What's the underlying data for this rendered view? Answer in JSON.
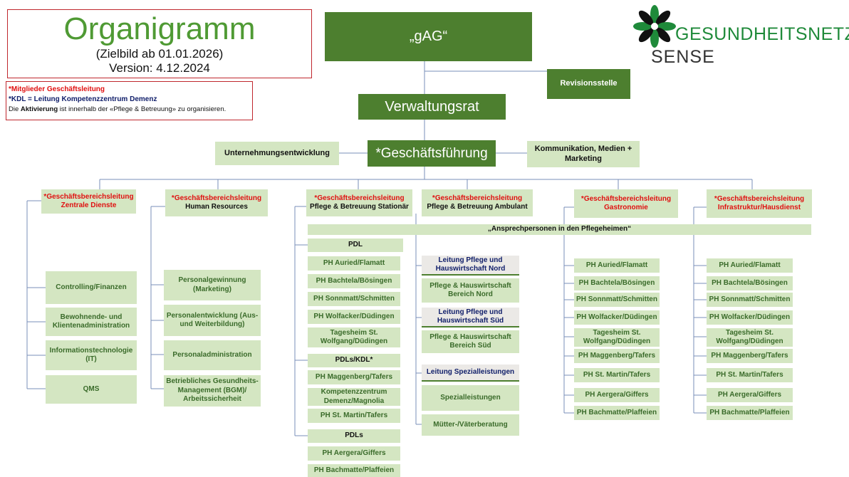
{
  "title_box": {
    "title": "Organigramm",
    "subtitle": "(Zielbild ab 01.01.2026)",
    "version": "Version: 4.12.2024"
  },
  "legend": {
    "line1": "*Mitglieder Geschäftsleitung",
    "line2": "*KDL = Leitung Kompetenzzentrum Demenz",
    "line3_pre": "Die ",
    "line3_bold": "Aktivierung",
    "line3_post": " ist innerhalb der «Pflege & Betreuung» zu organisieren."
  },
  "logo": {
    "line1": "GESUNDHEITSNETZ",
    "line2": "SENSE"
  },
  "top": {
    "gag": "„gAG“",
    "revision": "Revisionsstelle",
    "verwaltungsrat": "Verwaltungsrat",
    "geschaeftsfuehrung": "*Geschäftsführung",
    "unternehmung": "Unternehmungsentwicklung",
    "kommunikation": "Kommunikation, Medien + Marketing"
  },
  "bereiche": {
    "zentrale": {
      "line1": "*Geschäftsbereichsleitung",
      "line2": "Zentrale Dienste"
    },
    "hr": {
      "line1": "*Geschäftsbereichsleitung",
      "line2": "Human Resources"
    },
    "stationaer": {
      "line1": "*Geschäftsbereichsleitung",
      "line2": "Pflege & Betreuung Stationär"
    },
    "ambulant": {
      "line1": "*Geschäftsbereichsleitung",
      "line2": "Pflege & Betreuung Ambulant"
    },
    "gastro": {
      "line1": "*Geschäftsbereichsleitung",
      "line2": "Gastronomie"
    },
    "infra": {
      "line1": "*Geschäftsbereichsleitung",
      "line2": "Infrastruktur/Hausdienst"
    }
  },
  "ansprech": "„Ansprechpersonen in den Pflegeheimen“",
  "zentrale_items": [
    "Controlling/Finanzen",
    "Bewohnende- und Klientenadministration",
    "Informationstechnologie (IT)",
    "QMS"
  ],
  "hr_items": [
    "Personalgewinnung (Marketing)",
    "Personalentwicklung (Aus- und Weiterbildung)",
    "Personaladministration",
    "Betriebliches Gesundheits-Management (BGM)/ Arbeitssicherheit"
  ],
  "stationaer": {
    "pdl": "PDL",
    "pdl_items": [
      "PH Auried/Flamatt",
      "PH Bachtela/Bösingen",
      "PH Sonnmatt/Schmitten",
      "PH Wolfacker/Düdingen",
      "Tagesheim St. Wolfgang/Düdingen"
    ],
    "pdls_kdl": "PDLs/KDL*",
    "kdl_items": [
      "PH Maggenberg/Tafers",
      "Kompetenzzentrum Demenz/Magnolia",
      "PH St. Martin/Tafers"
    ],
    "pdls": "PDLs",
    "pdls_items": [
      "PH Aergera/Giffers",
      "PH Bachmatte/Plaffeien"
    ]
  },
  "ambulant": {
    "nord_lead": "Leitung Pflege und Hauswirtschaft Nord",
    "nord_item": "Pflege & Hauswirtschaft Bereich Nord",
    "sued_lead": "Leitung Pflege und Hauswirtschaft Süd",
    "sued_item": "Pflege & Hauswirtschaft Bereich Süd",
    "spez_lead": "Leitung Spezialleistungen",
    "spez_item": "Spezialleistungen",
    "muetter": "Mütter-/Väterberatung"
  },
  "gastro_items": [
    "PH Auried/Flamatt",
    "PH Bachtela/Bösingen",
    "PH Sonnmatt/Schmitten",
    "PH Wolfacker/Düdingen",
    "Tagesheim St. Wolfgang/Düdingen",
    "PH Maggenberg/Tafers",
    "PH St. Martin/Tafers",
    "PH Aergera/Giffers",
    "PH Bachmatte/Plaffeien"
  ],
  "infra_items": [
    "PH Auried/Flamatt",
    "PH Bachtela/Bösingen",
    "PH Sonnmatt/Schmitten",
    "PH Wolfacker/Düdingen",
    "Tagesheim St. Wolfgang/Düdingen",
    "PH Maggenberg/Tafers",
    "PH St. Martin/Tafers",
    "PH Aergera/Giffers",
    "PH Bachmatte/Plaffeien"
  ],
  "colors": {
    "dark_green": "#4d7f2f",
    "light_green": "#d4e6c2",
    "red": "#e01010",
    "navy": "#12206b",
    "line_blue": "#7a8fb8"
  }
}
